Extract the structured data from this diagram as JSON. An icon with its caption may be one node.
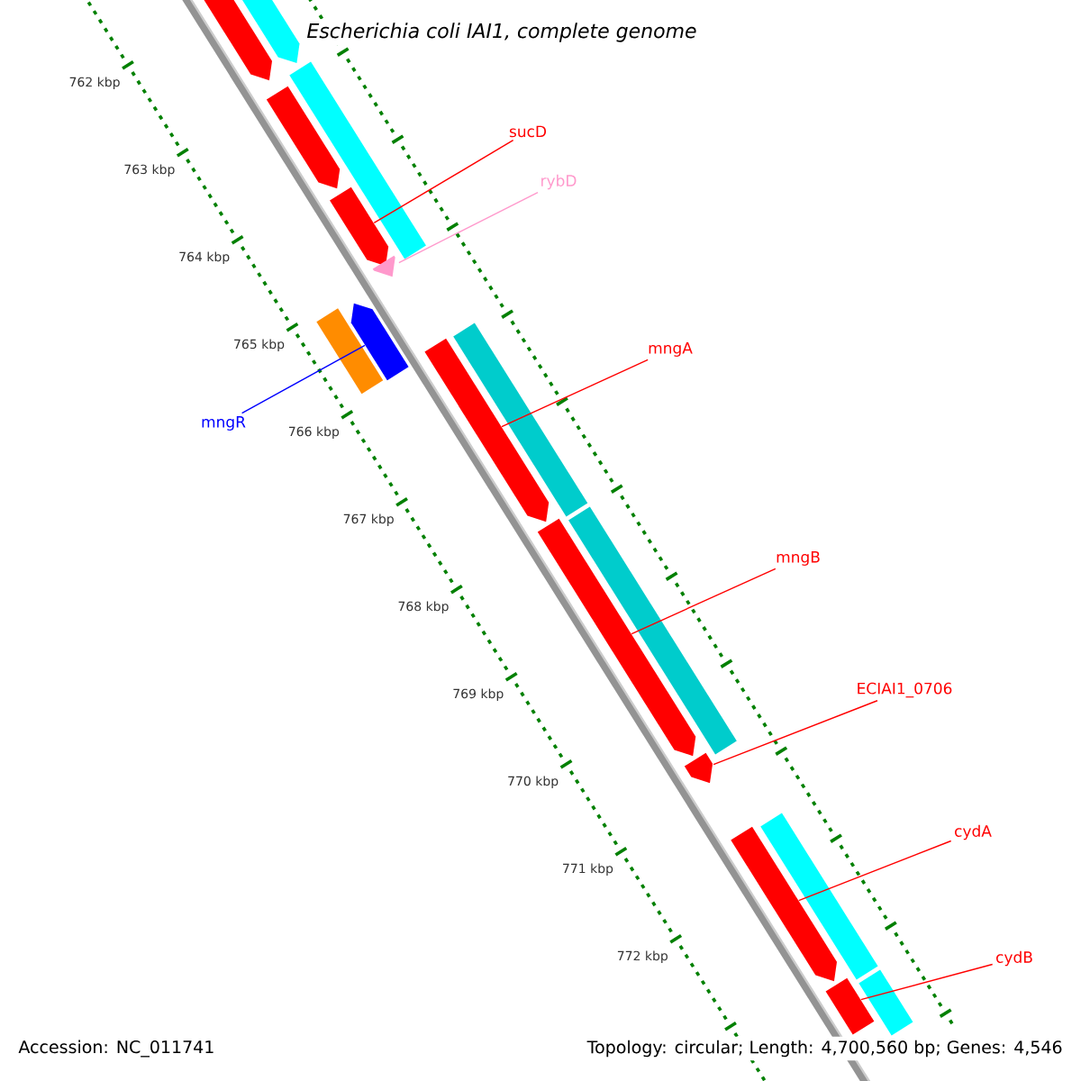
{
  "diagram": {
    "title": "Escherichia coli IAI1, complete genome",
    "nodes": [
      {
        "text": [
          "sucD"
        ]
      },
      {
        "text": [
          "rybD"
        ]
      },
      {
        "text": [
          "mngA"
        ]
      },
      {
        "text": [
          "mngR"
        ]
      },
      {
        "text": [
          "mngB"
        ]
      },
      {
        "text": [
          "ECIAI1_0706"
        ]
      },
      {
        "text": [
          "cydA"
        ]
      },
      {
        "text": [
          "cydB"
        ]
      },
      {
        "text": [],
        "shape": "box"
      },
      {
        "text": [],
        "shape": "box"
      },
      {
        "text": [],
        "shape": "box"
      },
      {
        "text": [],
        "shape": "box"
      },
      {
        "text": [],
        "shape": "box"
      },
      {
        "text": [],
        "shape": "box"
      },
      {
        "text": [],
        "shape": "box"
      },
      {
        "text": [],
        "shape": "box"
      }
    ],
    "edges": [
      {
        "from": 0,
        "to": 8,
        "arrow": "none"
      },
      {
        "from": 1,
        "to": 9,
        "arrow": "none",
        "color": "#ff99cc"
      },
      {
        "from": 2,
        "to": 11,
        "arrow": "none"
      },
      {
        "from": 3,
        "to": 10,
        "arrow": "none",
        "color": "#0000ff"
      },
      {
        "from": 4,
        "to": 12,
        "arrow": "none"
      },
      {
        "from": 5,
        "to": 13,
        "arrow": "none"
      },
      {
        "from": 6,
        "to": 14,
        "arrow": "none"
      },
      {
        "from": 7,
        "to": 15,
        "arrow": "none"
      }
    ],
    "labels": [
      "762 kbp",
      "763 kbp",
      "764 kbp",
      "765 kbp",
      "766 kbp",
      "767 kbp",
      "768 kbp",
      "769 kbp",
      "770 kbp",
      "771 kbp",
      "772 kbp",
      "Accession: NC_011741",
      "Topology: circular; Length: 4,700,560 bp; Genes: 4,546"
    ]
  }
}
